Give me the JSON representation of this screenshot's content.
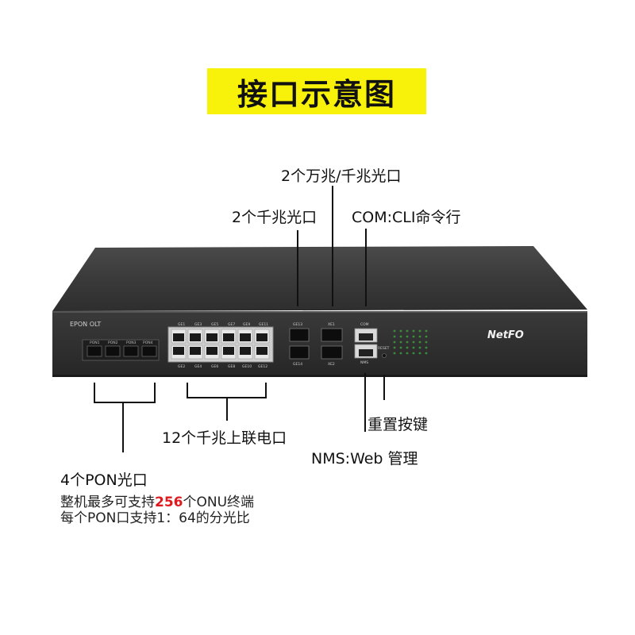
{
  "title": "接口示意图",
  "device": {
    "model": "EPON OLT",
    "brand": "NetFO",
    "pon_ports": [
      "PON1",
      "PON2",
      "PON3",
      "PON4"
    ],
    "ge_top": [
      "GE1",
      "GE3",
      "GE5",
      "GE7",
      "GE9",
      "GE11"
    ],
    "ge_bottom": [
      "GE2",
      "GE4",
      "GE6",
      "GE8",
      "GE10",
      "GE12"
    ],
    "ge_sfp_top": "GE13",
    "ge_sfp_bottom": "GE14",
    "xe_top": "XE1",
    "xe_bottom": "XE2",
    "com_label": "COM",
    "nms_label": "NMS",
    "reset_label": "RESET"
  },
  "callouts": {
    "xe_ports": "2个万兆/千兆光口",
    "ge_optical": "2个千兆光口",
    "com": "COM:CLI命令行",
    "ge_electrical": "12个千兆上联电口",
    "reset": "重置按键",
    "nms": "NMS:Web 管理",
    "pon": "4个PON光口"
  },
  "notes": {
    "line1_prefix": "整机最多可支持",
    "line1_highlight": "256",
    "line1_suffix": "个ONU终端",
    "line2": "每个PON口支持1：64的分光比"
  },
  "colors": {
    "banner": "#f8f20a",
    "highlight": "#e0191e",
    "chassis": "#2b2b2b"
  }
}
